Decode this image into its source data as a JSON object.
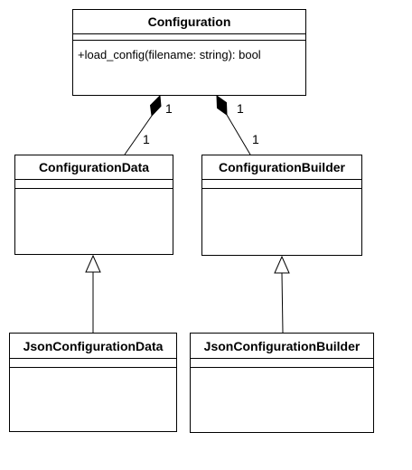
{
  "classes": {
    "configuration": {
      "name": "Configuration",
      "method": "+load_config(filename: string): bool"
    },
    "configuration_data": {
      "name": "ConfigurationData"
    },
    "configuration_builder": {
      "name": "ConfigurationBuilder"
    },
    "json_configuration_data": {
      "name": "JsonConfigurationData"
    },
    "json_configuration_builder": {
      "name": "JsonConfigurationBuilder"
    }
  },
  "associations": {
    "config_data": {
      "source_multiplicity": "1",
      "target_multiplicity": "1"
    },
    "config_builder": {
      "source_multiplicity": "1",
      "target_multiplicity": "1"
    }
  },
  "colors": {
    "stroke": "#000000",
    "fill": "#ffffff"
  }
}
